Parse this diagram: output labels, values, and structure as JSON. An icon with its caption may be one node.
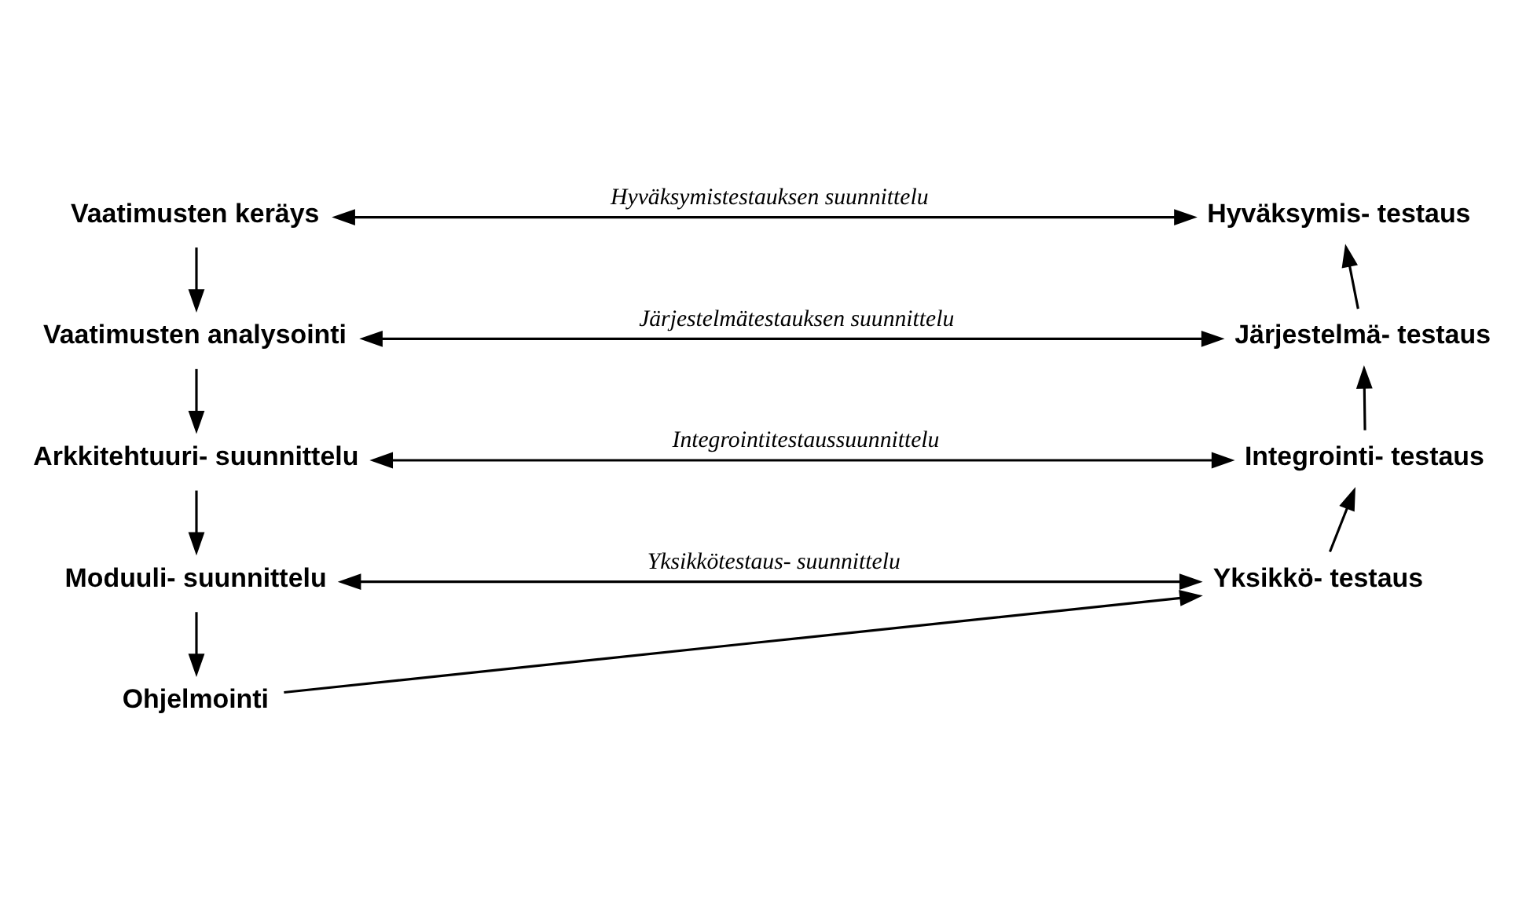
{
  "diagram": {
    "nodes": [
      {
        "text": [
          "Vaatimusten keräys"
        ]
      },
      {
        "text": [
          "Vaatimusten analysointi"
        ]
      },
      {
        "text": [
          "Arkkitehtuuri- suunnittelu"
        ]
      },
      {
        "text": [
          "Moduuli- suunnittelu"
        ]
      },
      {
        "text": [
          "Ohjelmointi"
        ]
      },
      {
        "text": [
          "Yksikkö- testaus"
        ]
      },
      {
        "text": [
          "Integrointi- testaus"
        ]
      },
      {
        "text": [
          "Järjestelmä- testaus"
        ]
      },
      {
        "text": [
          "Hyväksymis- testaus"
        ]
      }
    ],
    "edges": [
      {
        "from": 0,
        "to": 1,
        "arrow": "to"
      },
      {
        "from": 1,
        "to": 2,
        "arrow": "to"
      },
      {
        "from": 2,
        "to": 3,
        "arrow": "to"
      },
      {
        "from": 3,
        "to": 4,
        "arrow": "to"
      },
      {
        "from": 4,
        "to": 5,
        "arrow": "to"
      },
      {
        "from": 5,
        "to": 6,
        "arrow": "to"
      },
      {
        "from": 6,
        "to": 7,
        "arrow": "to"
      },
      {
        "from": 7,
        "to": 8,
        "arrow": "to"
      },
      {
        "from": 0,
        "to": 8,
        "arrow": "both",
        "label": "Hyväksymistestauksen suunnittelu"
      },
      {
        "from": 1,
        "to": 7,
        "arrow": "both",
        "label": "Järjestelmätestauksen suunnittelu"
      },
      {
        "from": 2,
        "to": 6,
        "arrow": "both",
        "label": "Integrointitestaussuunnittelu"
      },
      {
        "from": 3,
        "to": 5,
        "arrow": "both",
        "label": "Yksikkötestaus- suunnittelu"
      }
    ]
  }
}
